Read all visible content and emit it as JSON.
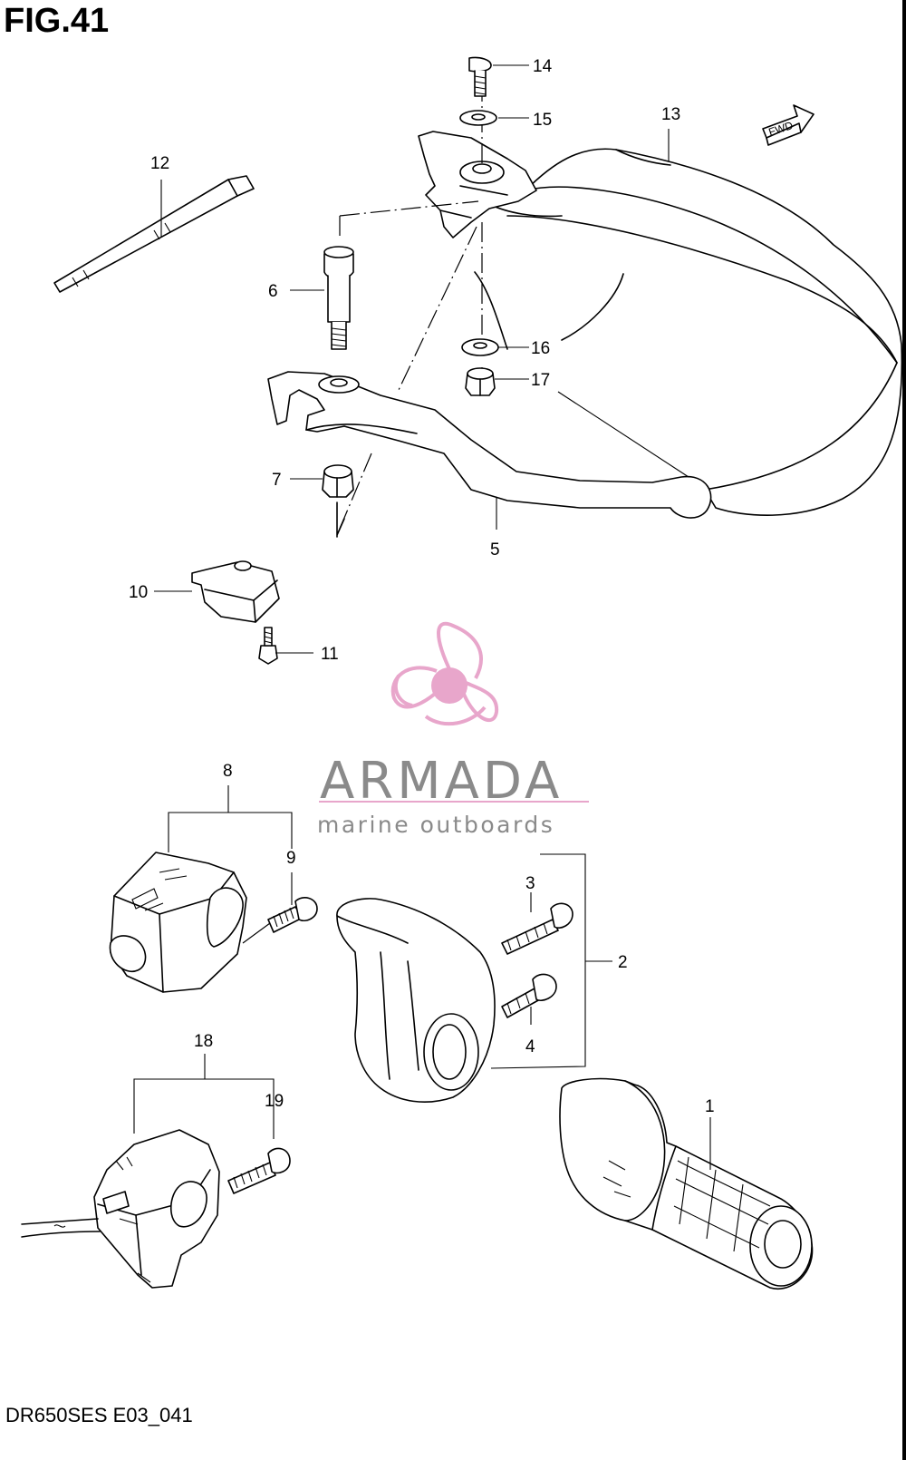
{
  "figure": {
    "title": "FIG.41",
    "footer": "DR650SES E03_041"
  },
  "watermark": {
    "brand": "ARMADA",
    "subtitle": "marine outboards",
    "brand_color": "#8a8a8a",
    "logo_color": "#e8a6cb"
  },
  "direction_marker": "FWD",
  "callouts": [
    "1",
    "2",
    "3",
    "4",
    "5",
    "6",
    "7",
    "8",
    "9",
    "10",
    "11",
    "12",
    "13",
    "14",
    "15",
    "16",
    "17",
    "18",
    "19"
  ]
}
